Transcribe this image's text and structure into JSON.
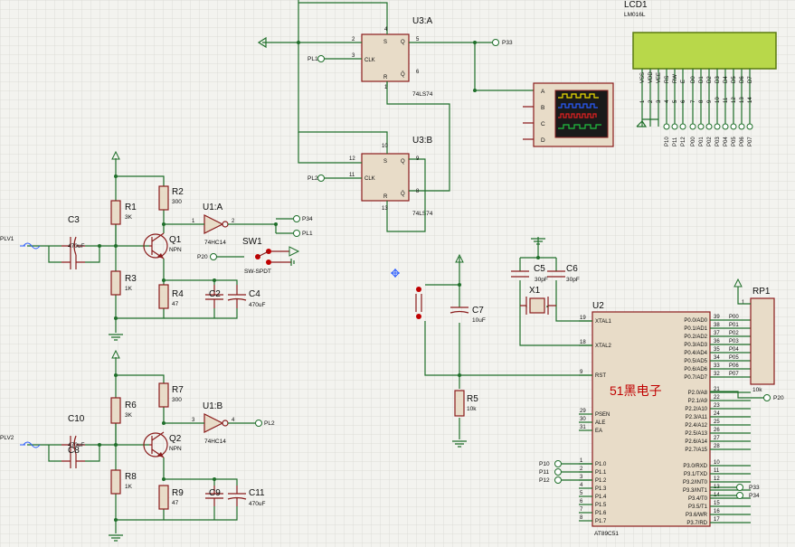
{
  "colors": {
    "background": "#f3f3ef",
    "grid": "#d6d6cf",
    "wire": "#1f6f2a",
    "component": "#8a1c1c",
    "body": "#e8dcc8",
    "lcd": "#b8d84a",
    "accent": "#c00000"
  },
  "refs": {
    "lcd1": "LCD1",
    "lcd_model": "LM016L",
    "u3a": "U3:A",
    "u3b": "U3:B",
    "u3_type": "74LS74",
    "u1a": "U1:A",
    "u1b": "U1:B",
    "u1_type": "74HC14",
    "q1": "Q1",
    "q2": "Q2",
    "npn": "NPN",
    "r1": "R1",
    "r2": "R2",
    "r3": "R3",
    "r4": "R4",
    "r5": "R5",
    "r6": "R6",
    "r7": "R7",
    "r8": "R8",
    "r9": "R9",
    "rp1": "RP1",
    "c2": "C2",
    "c3": "C3",
    "c4": "C4",
    "c5": "C5",
    "c6": "C6",
    "c7": "C7",
    "c8": "C8",
    "c9": "C9",
    "c10": "C10",
    "c11": "C11",
    "x1": "X1",
    "u2": "U2",
    "u2_type": "AT89C51",
    "sw1": "SW1",
    "sw_type": "SW-SPDT"
  },
  "values": {
    "3k": "3K",
    "300": "300",
    "1k": "1K",
    "47": "47",
    "0.1u": "0.1u",
    "470uf": "470uF",
    "0.1uf": "0.1uF",
    "30pf": "30pF",
    "10uf": "10uF",
    "10k": "10k"
  },
  "nets": {
    "plv1": "PLV1",
    "plv2": "PLV2",
    "pl1": "PL1",
    "pl2": "PL2",
    "p20": "P20",
    "p33": "P33",
    "p34": "P34",
    "p10": "P10",
    "p11": "P11",
    "p12": "P12"
  },
  "ff_pins": {
    "s": "S",
    "clk": "CLK",
    "r": "R",
    "q": "Q",
    "qbar": "Q̄"
  },
  "scope_channels": [
    "A",
    "B",
    "C",
    "D"
  ],
  "lcd_pins": [
    "VSS",
    "VDD",
    "VEE",
    "RS",
    "RW",
    "E",
    "D0",
    "D1",
    "D2",
    "D3",
    "D4",
    "D5",
    "D6",
    "D7"
  ],
  "lcd_pin_numbers": [
    "1",
    "2",
    "3",
    "4",
    "5",
    "6",
    "7",
    "8",
    "9",
    "10",
    "11",
    "12",
    "13",
    "14"
  ],
  "lcd_nets": [
    "",
    "",
    "",
    "P10",
    "P11",
    "P12",
    "P00",
    "P01",
    "P02",
    "P03",
    "P04",
    "P05",
    "P06",
    "P07"
  ],
  "mcu_left_pins": [
    {
      "num": "19",
      "name": "XTAL1"
    },
    {
      "num": "18",
      "name": "XTAL2"
    },
    {
      "num": "9",
      "name": "RST"
    },
    {
      "num": "29",
      "name": "PSEN"
    },
    {
      "num": "30",
      "name": "ALE"
    },
    {
      "num": "31",
      "name": "EA"
    },
    {
      "num": "1",
      "name": "P1.0"
    },
    {
      "num": "2",
      "name": "P1.1"
    },
    {
      "num": "3",
      "name": "P1.2"
    },
    {
      "num": "4",
      "name": "P1.3"
    },
    {
      "num": "5",
      "name": "P1.4"
    },
    {
      "num": "6",
      "name": "P1.5"
    },
    {
      "num": "7",
      "name": "P1.6"
    },
    {
      "num": "8",
      "name": "P1.7"
    }
  ],
  "mcu_right_pins": [
    {
      "num": "39",
      "name": "P0.0/AD0",
      "net": "P00"
    },
    {
      "num": "38",
      "name": "P0.1/AD1",
      "net": "P01"
    },
    {
      "num": "37",
      "name": "P0.2/AD2",
      "net": "P02"
    },
    {
      "num": "36",
      "name": "P0.3/AD3",
      "net": "P03"
    },
    {
      "num": "35",
      "name": "P0.4/AD4",
      "net": "P04"
    },
    {
      "num": "34",
      "name": "P0.5/AD5",
      "net": "P05"
    },
    {
      "num": "33",
      "name": "P0.6/AD6",
      "net": "P06"
    },
    {
      "num": "32",
      "name": "P0.7/AD7",
      "net": "P07"
    },
    {
      "num": "21",
      "name": "P2.0/A8",
      "net": ""
    },
    {
      "num": "22",
      "name": "P2.1/A9",
      "net": ""
    },
    {
      "num": "23",
      "name": "P2.2/A10",
      "net": ""
    },
    {
      "num": "24",
      "name": "P2.3/A11",
      "net": ""
    },
    {
      "num": "25",
      "name": "P2.4/A12",
      "net": ""
    },
    {
      "num": "26",
      "name": "P2.5/A13",
      "net": ""
    },
    {
      "num": "27",
      "name": "P2.6/A14",
      "net": ""
    },
    {
      "num": "28",
      "name": "P2.7/A15",
      "net": ""
    },
    {
      "num": "10",
      "name": "P3.0/RXD",
      "net": ""
    },
    {
      "num": "11",
      "name": "P3.1/TXD",
      "net": ""
    },
    {
      "num": "12",
      "name": "P3.2/INT0",
      "net": ""
    },
    {
      "num": "13",
      "name": "P3.3/INT1",
      "net": ""
    },
    {
      "num": "14",
      "name": "P3.4/T0",
      "net": ""
    },
    {
      "num": "15",
      "name": "P3.5/T1",
      "net": ""
    },
    {
      "num": "16",
      "name": "P3.6/WR",
      "net": ""
    },
    {
      "num": "17",
      "name": "P3.7/RD",
      "net": ""
    }
  ],
  "watermark": "51黑电子"
}
